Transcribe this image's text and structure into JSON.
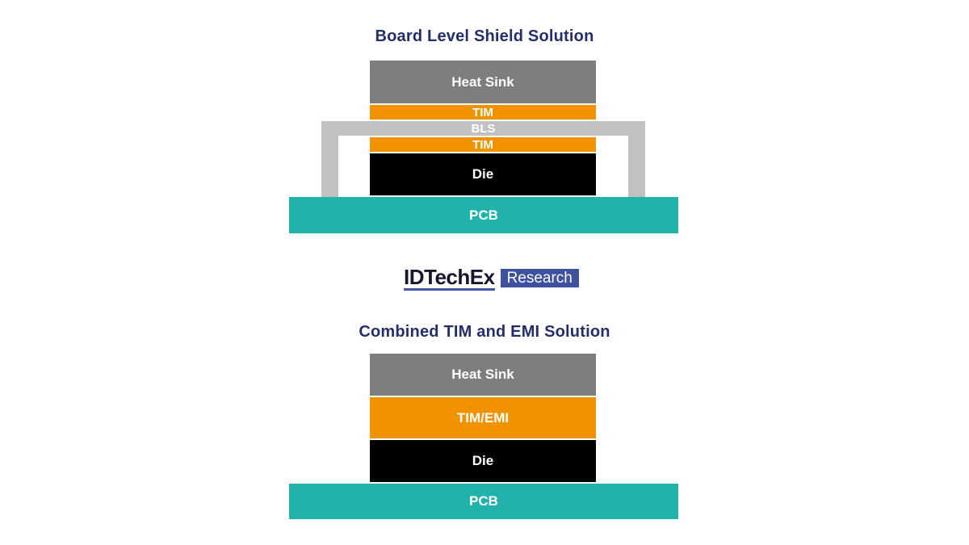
{
  "colors": {
    "background": "#FFFFFF",
    "title_text": "#242E6B",
    "heat_sink": "#7E7E7E",
    "tim": "#F19300",
    "bls": "#C1C1C1",
    "die": "#000000",
    "pcb": "#21B2AC",
    "layer_label_text": "#FFFFFF",
    "logo_wordmark_text": "#16162E",
    "logo_underline": "#4156A6",
    "logo_tag_background": "#3E519F",
    "logo_tag_text": "#FFFFFF"
  },
  "top_diagram": {
    "title": "Board Level Shield Solution",
    "layers": {
      "heat_sink": "Heat Sink",
      "tim_upper": "TIM",
      "bls": "BLS",
      "tim_lower": "TIM",
      "die": "Die",
      "pcb": "PCB"
    }
  },
  "logo": {
    "wordmark": "IDTechEx",
    "tag": "Research"
  },
  "bottom_diagram": {
    "title": "Combined TIM and EMI Solution",
    "layers": {
      "heat_sink": "Heat Sink",
      "tim_emi": "TIM/EMI",
      "die": "Die",
      "pcb": "PCB"
    }
  }
}
